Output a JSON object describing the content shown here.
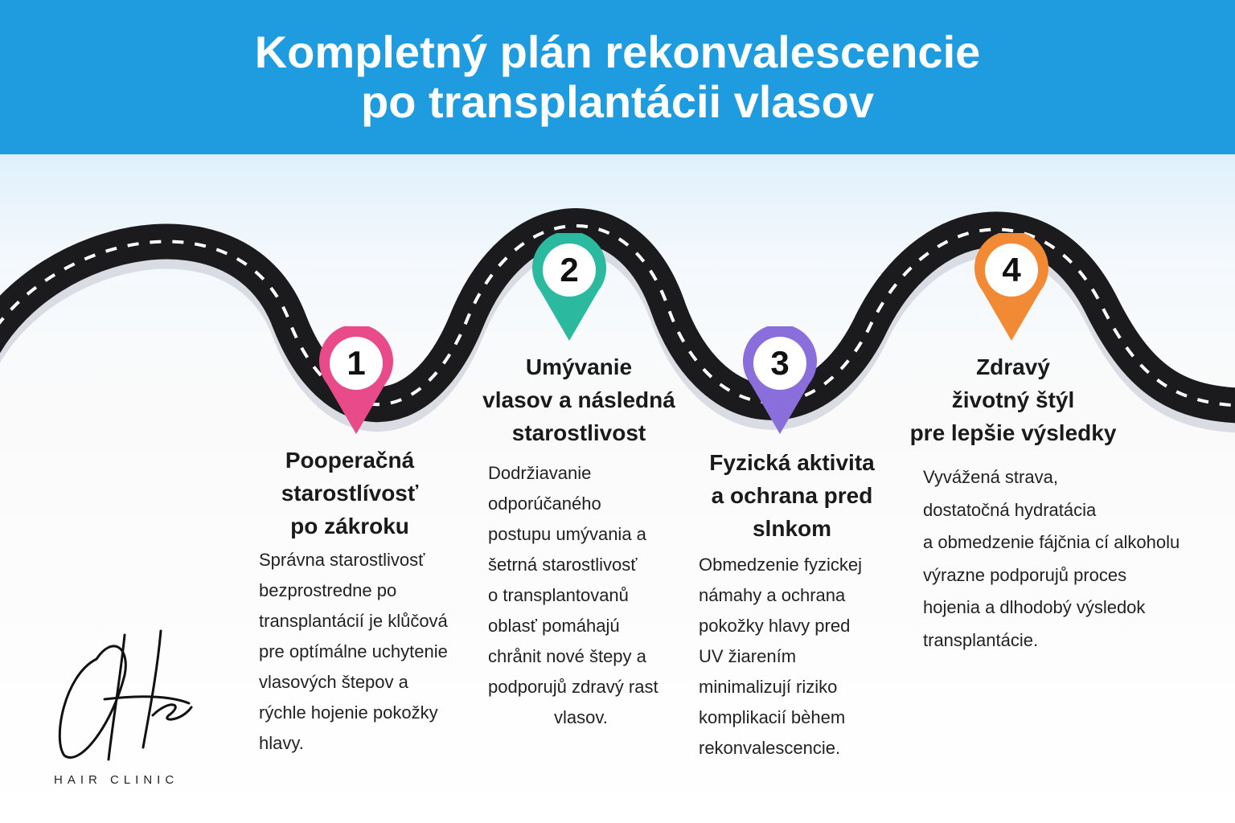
{
  "header": {
    "line1": "Kompletný plán rekonvalescencie",
    "line2": "po transplantácii vlasov"
  },
  "steps": [
    {
      "number": "1",
      "color": "#e94b8a",
      "title": [
        "Pooperačná",
        "starostlívosť",
        "po zákroku"
      ],
      "body": [
        "Správna starostlivosť",
        "bezprostredne po",
        "transplantácií je klůčová",
        "pre optímálne uchytenie",
        "vlasových štepov a",
        "rýchle hojenie pokožky",
        "hlavy."
      ]
    },
    {
      "number": "2",
      "color": "#2bb9a0",
      "title": [
        "Umývanie",
        "vlasov a následná",
        "starostlivost"
      ],
      "body": [
        "Dodržiavanie",
        "odporúčaného",
        "postupu umývania a",
        "šetrná starostlivosť",
        "o transplantovanů",
        "oblasť pomáhajú",
        "chrånit nové štepy a",
        "podporujů zdravý rast",
        "vlasov."
      ]
    },
    {
      "number": "3",
      "color": "#8a6fdc",
      "title": [
        "Fyzická aktivita",
        "a ochrana pred",
        "slnkom"
      ],
      "body": [
        "Obmedzenie fyzickej",
        "námahy a ochrana",
        "pokožky hlavy pred",
        "UV žiarením",
        "minimalizují riziko",
        "komplikacií bèhem",
        "rekonvalescencie."
      ]
    },
    {
      "number": "4",
      "color": "#f28a35",
      "title": [
        "Zdravý",
        "životný štýl",
        "pre lepšie výsledky"
      ],
      "body": [
        "Vyvážená strava,",
        "dostatočná hydratácia",
        "a obmedzenie fájčnia cí alkoholu",
        "výrazne podporujů proces",
        "hojenia a dlhodobý výsledok",
        "transplantácie."
      ]
    }
  ],
  "logo": {
    "signature": "Otk",
    "tagline": "HAIR CLINIC"
  }
}
